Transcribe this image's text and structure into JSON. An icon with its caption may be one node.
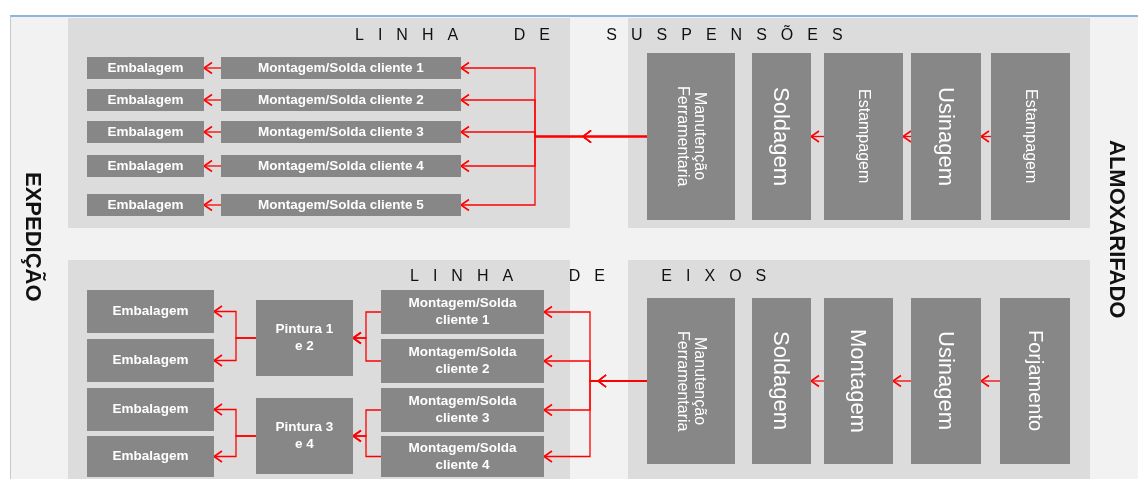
{
  "diagram": {
    "nodes": [
      {
        "text": [
          "Embalagem"
        ]
      },
      {
        "text": [
          "Montagem/Solda cliente 1"
        ]
      },
      {
        "text": [
          "Embalagem"
        ]
      },
      {
        "text": [
          "Montagem/Solda cliente 2"
        ]
      },
      {
        "text": [
          "Embalagem"
        ]
      },
      {
        "text": [
          "Montagem/Solda cliente 3"
        ]
      },
      {
        "text": [
          "Embalagem"
        ]
      },
      {
        "text": [
          "Montagem/Solda cliente 4"
        ]
      },
      {
        "text": [
          "Embalagem"
        ]
      },
      {
        "text": [
          "Montagem/Solda cliente 5"
        ]
      },
      {
        "text": [
          "Manutenção Ferramentaria"
        ]
      },
      {
        "text": [
          "Soldagem"
        ]
      },
      {
        "text": [
          "Estampagem"
        ]
      },
      {
        "text": [
          "Usinagem"
        ]
      },
      {
        "text": [
          "Estampagem"
        ]
      },
      {
        "text": [
          "Embalagem"
        ]
      },
      {
        "text": [
          "Pintura 1 e 2"
        ]
      },
      {
        "text": [
          "Montagem/Solda cliente 1"
        ]
      },
      {
        "text": [
          "Embalagem"
        ]
      },
      {
        "text": [
          "Montagem/Solda cliente 2"
        ]
      },
      {
        "text": [
          "Embalagem"
        ]
      },
      {
        "text": [
          "Pintura 3 e 4"
        ]
      },
      {
        "text": [
          "Montagem/Solda cliente 3"
        ]
      },
      {
        "text": [
          "Embalagem"
        ]
      },
      {
        "text": [
          "Montagem/Solda cliente 4"
        ]
      },
      {
        "text": [
          "Manutenção Ferramentaria"
        ]
      },
      {
        "text": [
          "Soldagem"
        ]
      },
      {
        "text": [
          "Montagem"
        ]
      },
      {
        "text": [
          "Usinagem"
        ]
      },
      {
        "text": [
          "Forjamento"
        ]
      }
    ],
    "edges": [
      {
        "from": 14,
        "to": 13,
        "arrow": "to"
      },
      {
        "from": 13,
        "to": 12,
        "arrow": "to"
      },
      {
        "from": 12,
        "to": 11,
        "arrow": "to"
      },
      {
        "from": 10,
        "to": 1,
        "arrow": "to"
      },
      {
        "from": 10,
        "to": 3,
        "arrow": "to"
      },
      {
        "from": 10,
        "to": 5,
        "arrow": "to"
      },
      {
        "from": 10,
        "to": 7,
        "arrow": "to"
      },
      {
        "from": 10,
        "to": 9,
        "arrow": "to"
      },
      {
        "from": 1,
        "to": 0,
        "arrow": "to"
      },
      {
        "from": 3,
        "to": 2,
        "arrow": "to"
      },
      {
        "from": 5,
        "to": 4,
        "arrow": "to"
      },
      {
        "from": 7,
        "to": 6,
        "arrow": "to"
      },
      {
        "from": 9,
        "to": 8,
        "arrow": "to"
      },
      {
        "from": 29,
        "to": 28,
        "arrow": "to"
      },
      {
        "from": 28,
        "to": 27,
        "arrow": "to"
      },
      {
        "from": 27,
        "to": 26,
        "arrow": "to"
      },
      {
        "from": 25,
        "to": 17,
        "arrow": "to"
      },
      {
        "from": 25,
        "to": 19,
        "arrow": "to"
      },
      {
        "from": 25,
        "to": 22,
        "arrow": "to"
      },
      {
        "from": 25,
        "to": 24,
        "arrow": "to"
      },
      {
        "from": 17,
        "to": 16,
        "arrow": "to"
      },
      {
        "from": 19,
        "to": 16,
        "arrow": "to"
      },
      {
        "from": 22,
        "to": 21,
        "arrow": "to"
      },
      {
        "from": 24,
        "to": 21,
        "arrow": "to"
      },
      {
        "from": 16,
        "to": 15,
        "arrow": "to"
      },
      {
        "from": 16,
        "to": 18,
        "arrow": "to"
      },
      {
        "from": 21,
        "to": 20,
        "arrow": "to"
      },
      {
        "from": 21,
        "to": 23,
        "arrow": "to"
      }
    ],
    "labels": [
      "LINHA DE SUSPENSÕES",
      "EXPEDIÇÃO",
      "ALMOXARIFADO",
      "LINHA DE EIXOS"
    ]
  }
}
